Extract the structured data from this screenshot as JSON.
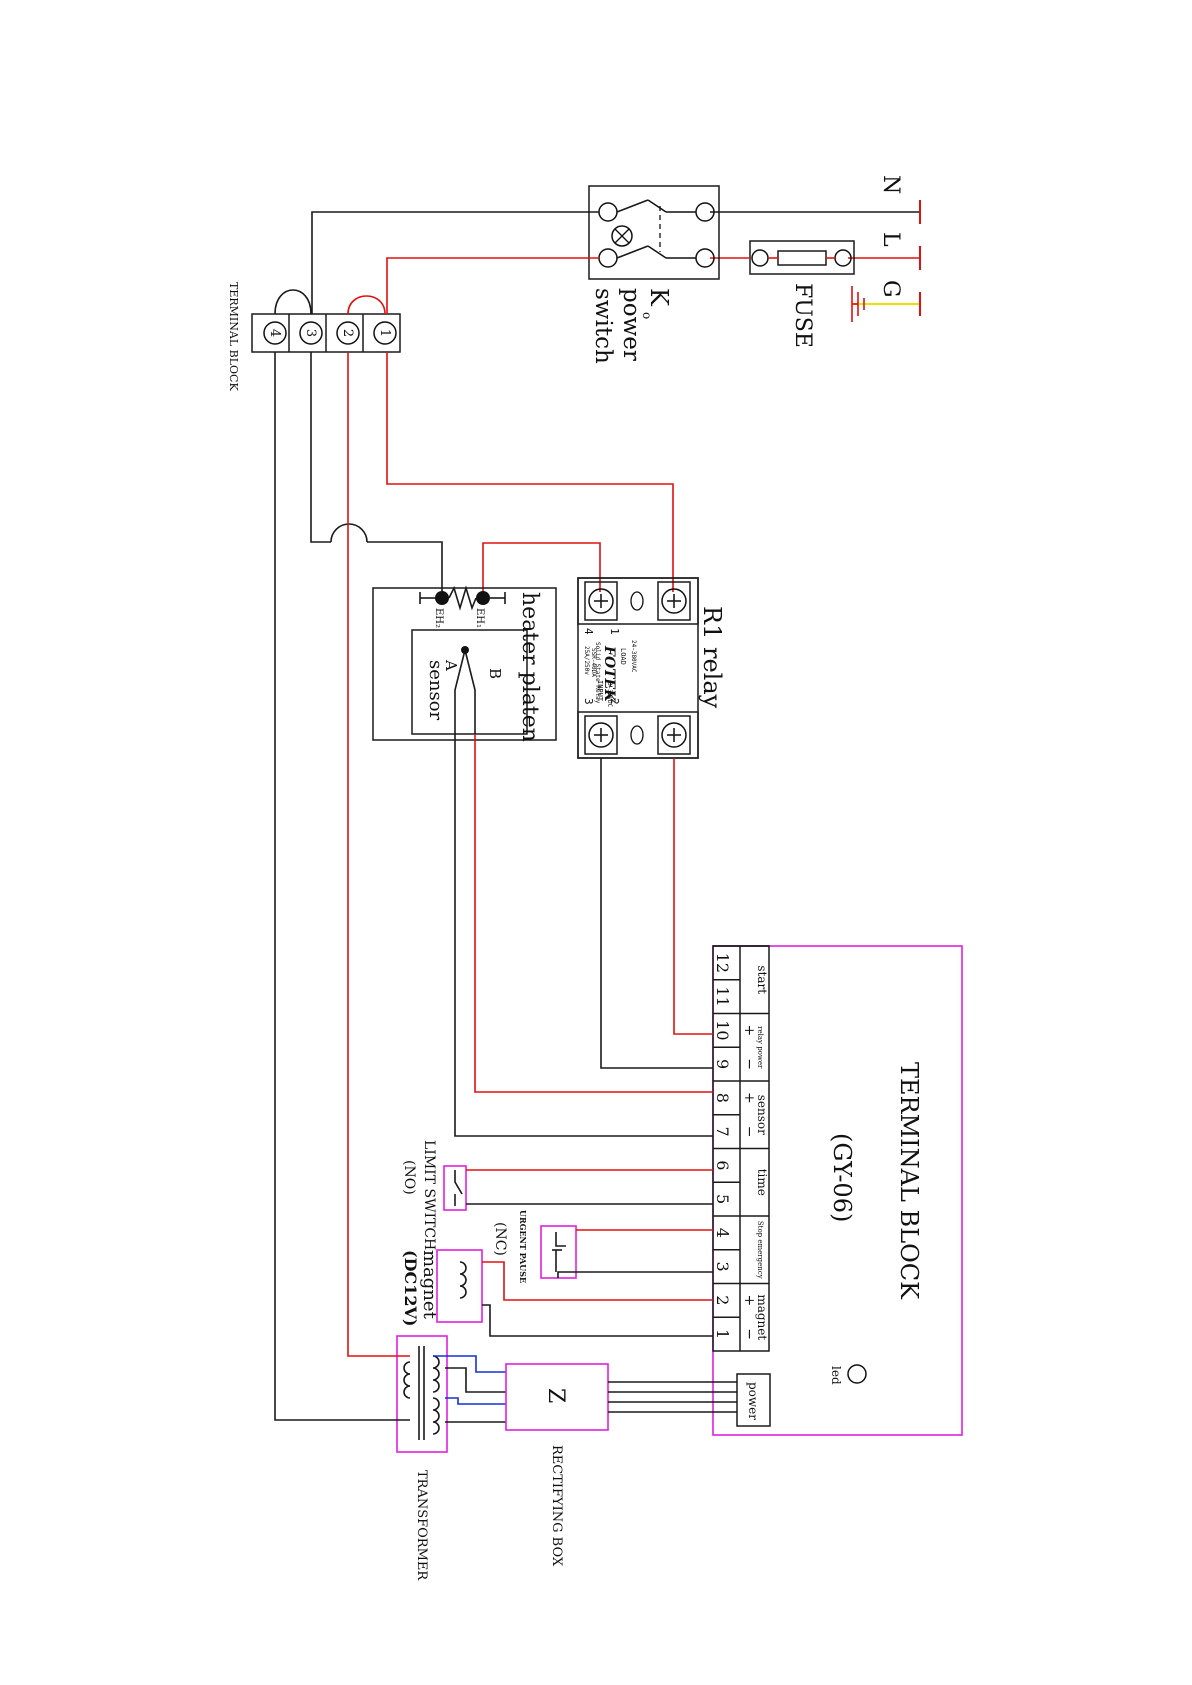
{
  "mains": {
    "n": "N",
    "l": "L",
    "g": "G"
  },
  "fuse": {
    "label": "FUSE"
  },
  "power_switch": {
    "label_k": "K",
    "label_line1": "power",
    "label_line2": "switch"
  },
  "terminal_block_small": {
    "label": "TERMINAL  BLOCK",
    "terminals": [
      "4",
      "3",
      "2",
      "1"
    ]
  },
  "relay": {
    "label": "R1 relay",
    "brand": "FOTEK",
    "model": "SSR-40DA",
    "rating": "25A/250v",
    "subtitle": "Solid State Relay",
    "load_spec": "24-380VAC",
    "load": "LOAD",
    "input": "INPUT",
    "input_spec": "3-32VDC",
    "pin1": "1",
    "pin2": "2",
    "pin3": "3",
    "pin4": "4"
  },
  "heater": {
    "label": "heater platen",
    "sensor": "sensor",
    "a": "A",
    "b": "B",
    "eh1": "EH₁",
    "eh2": "EH₂"
  },
  "main_terminal": {
    "title": "TERMINAL  BLOCK",
    "model": "(GY-06)",
    "led": "led",
    "power": "power",
    "numbers": [
      "12",
      "11",
      "10",
      "9",
      "8",
      "7",
      "6",
      "5",
      "4",
      "3",
      "2",
      "1"
    ],
    "groups": [
      "start",
      "relay power",
      "sensor",
      "time",
      "Stop emergency",
      "magnet"
    ],
    "plus": "+",
    "minus": "−"
  },
  "limit_switch": {
    "label": "LIMIT SWITCH",
    "sub": "(NO)"
  },
  "urgent_pause": {
    "label": "URGENT PAUSE",
    "sub": "(NC)"
  },
  "magnet": {
    "label": "magnet",
    "sub": "(DC12V)"
  },
  "transformer": {
    "label": "TRANSFORMER"
  },
  "rectifying_box": {
    "label": "RECTIFYING BOX",
    "symbol": "Z"
  }
}
